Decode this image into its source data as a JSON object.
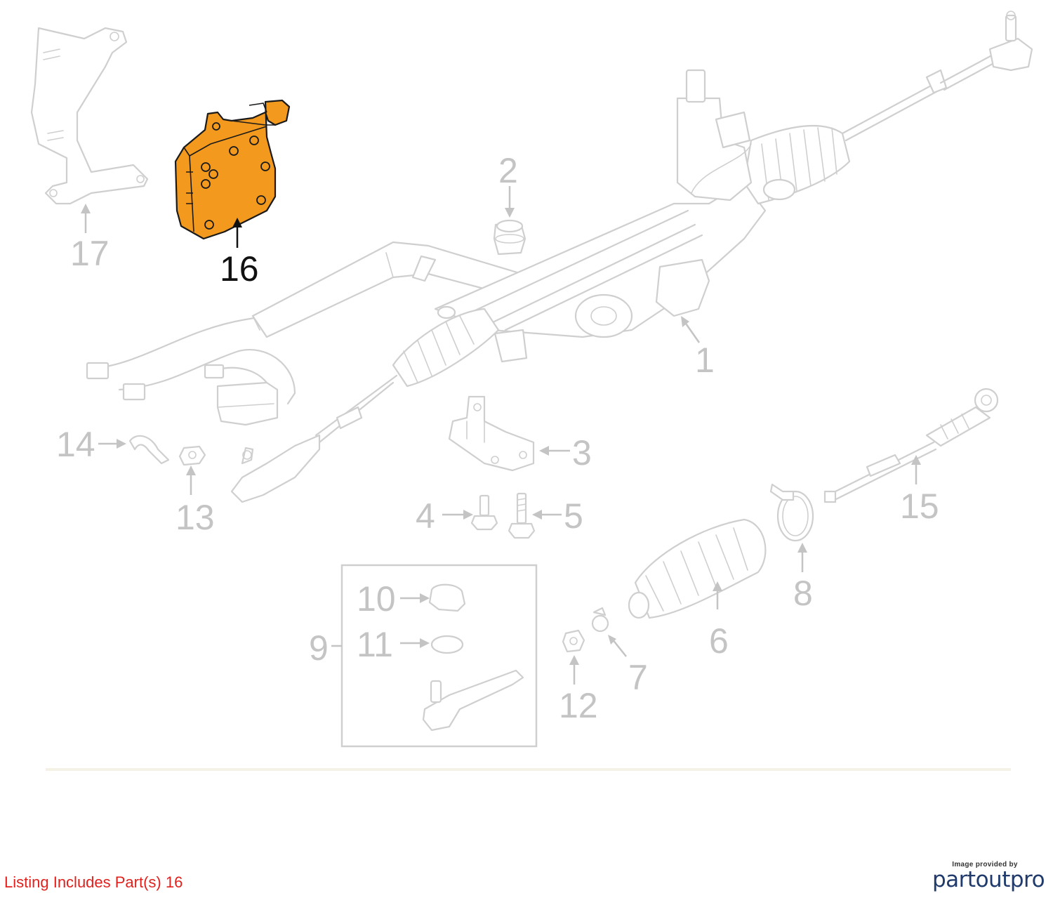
{
  "diagram": {
    "callouts": {
      "c1": "1",
      "c2": "2",
      "c3": "3",
      "c4": "4",
      "c5": "5",
      "c6": "6",
      "c7": "7",
      "c8": "8",
      "c9": "9",
      "c10": "10",
      "c11": "11",
      "c12": "12",
      "c13": "13",
      "c14": "14",
      "c15": "15",
      "c16": "16",
      "c17": "17"
    },
    "highlighted_part": "16",
    "highlight_color": "#f39a1e",
    "ghost_color": "#cfcfcf"
  },
  "caption": {
    "text": "Listing Includes Part(s) 16",
    "color": "#e0211d"
  },
  "brand": {
    "small_text": "Image provided by",
    "logo_text": "partoutpro",
    "color": "#1f3a6b"
  }
}
